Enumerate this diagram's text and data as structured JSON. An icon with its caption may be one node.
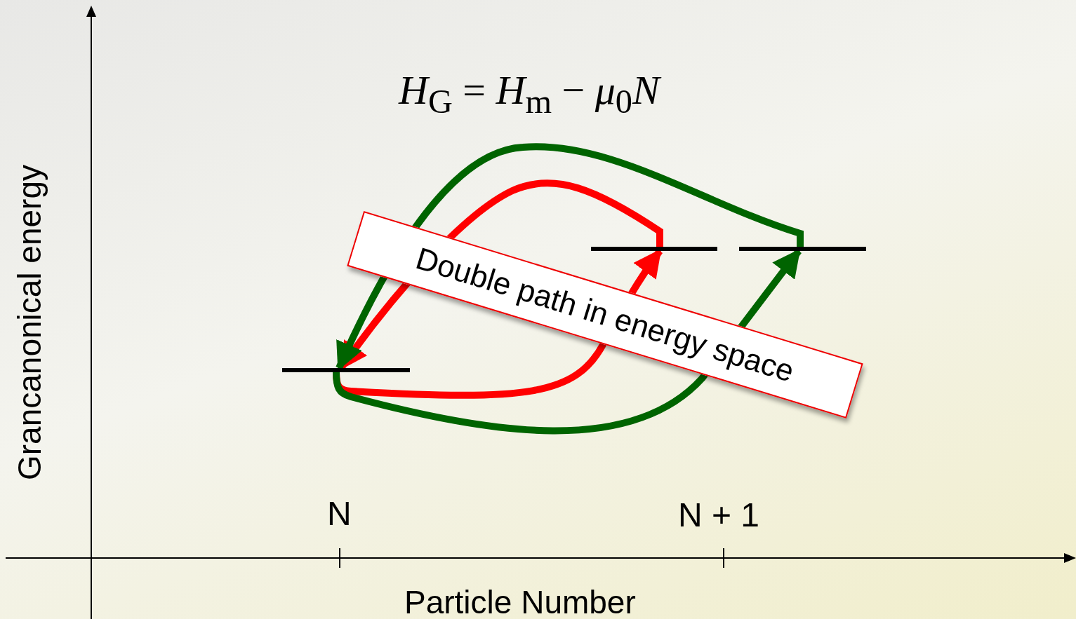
{
  "diagram": {
    "nodes": [
      {
        "text": [],
        "shape": "bar"
      },
      {
        "text": [],
        "shape": "bar"
      },
      {
        "text": [],
        "shape": "bar"
      }
    ],
    "edges": [
      {
        "from": 0,
        "to": 1,
        "arrow": "to",
        "color": "#ff0000"
      },
      {
        "from": 1,
        "to": 0,
        "arrow": "to",
        "color": "#ff0000"
      },
      {
        "from": 0,
        "to": 2,
        "arrow": "to",
        "color": "#006400"
      },
      {
        "from": 2,
        "to": 0,
        "arrow": "to",
        "color": "#006400"
      }
    ],
    "labels": [
      "*H*$_{G}$ = *H*$_{m}$ − *μ*$_{0}$*N*",
      "N",
      "N + 1",
      "Particle Number",
      "Grancanonical energy",
      "Double path in energy space"
    ]
  }
}
